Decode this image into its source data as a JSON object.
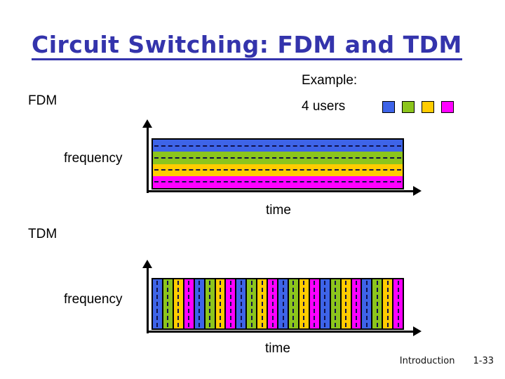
{
  "slide": {
    "title": "Circuit Switching: FDM and TDM",
    "example_label": "Example:",
    "users_label": "4 users",
    "fdm_label": "FDM",
    "tdm_label": "TDM",
    "frequency_label": "frequency",
    "time_label": "time",
    "footer": {
      "section": "Introduction",
      "page": "1-33"
    }
  },
  "colors": {
    "title": "#3434ac",
    "dash": "#10104a",
    "user_colors": [
      "#3e64e8",
      "#8cc51c",
      "#ffcc00",
      "#ff00ff"
    ]
  },
  "chart_data": [
    {
      "name": "fdm-diagram",
      "type": "area",
      "description": "Frequency-division multiplexing: 4 horizontal frequency bands, one per user, constant over time",
      "orientation": "horizontal-bands",
      "band_count": 4,
      "band_order_top_to_bottom": [
        "blue",
        "green",
        "yellow",
        "magenta"
      ],
      "xlabel": "time",
      "ylabel": "frequency",
      "grid": "dashed center line in each band"
    },
    {
      "name": "tdm-diagram",
      "type": "area",
      "description": "Time-division multiplexing: repeating time slots cycling through 4 users",
      "orientation": "vertical-stripes",
      "stripe_count": 24,
      "stripe_color_cycle": [
        "blue",
        "green",
        "yellow",
        "magenta"
      ],
      "cycles": 6,
      "xlabel": "time",
      "ylabel": "frequency",
      "grid": "dashed center line in each stripe"
    }
  ]
}
